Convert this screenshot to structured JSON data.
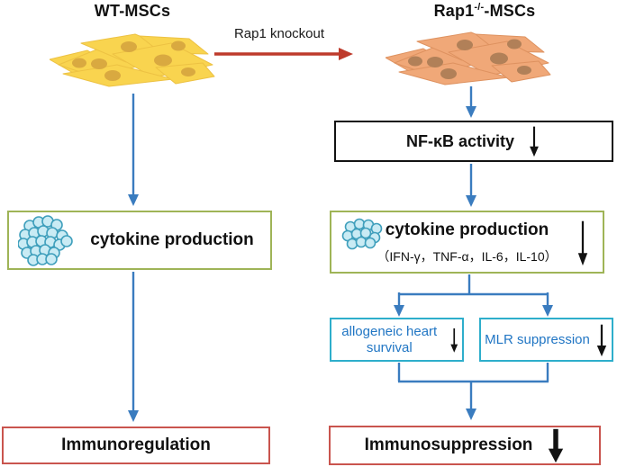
{
  "diagram": {
    "knockout_arrow_label": "Rap1 knockout",
    "left_column": {
      "title": "WT-MSCs",
      "cytokine_box": {
        "label": "cytokine production"
      },
      "outcome_box": {
        "label": "Immunoregulation"
      }
    },
    "right_column": {
      "title_base": "Rap1",
      "title_sup": "-/-",
      "title_suffix": "-MSCs",
      "nfkb_box": {
        "label": "NF-κB activity"
      },
      "cytokine_box": {
        "label": "cytokine production",
        "sublabel": "（IFN-γ，TNF-α，IL-6，IL-10）"
      },
      "branch_left_box": {
        "label": "allogeneic heart survival"
      },
      "branch_right_box": {
        "label": "MLR suppression"
      },
      "outcome_box": {
        "label": "Immunosuppression"
      }
    },
    "icons": {
      "down-arrow-icon": "↓",
      "yellow-msc-cluster-icon": "wild-type MSC cell cluster",
      "orange-msc-cluster-icon": "Rap1-knockout MSC cell cluster",
      "cytokine-cluster-icon": "cytokine granule cluster"
    }
  },
  "colors": {
    "arrow_blue": "#3A7CBF",
    "arrow_red": "#BE3A2B",
    "green_border": "#9FB457",
    "cyan_border": "#2EAECB",
    "blue_text": "#2176C4",
    "red_border": "#C9544E",
    "msc_yellow": "#F9D44F",
    "msc_yellow_edge": "#EDC243",
    "msc_yellow_nucleus": "#D9A940",
    "msc_orange": "#F0A878",
    "msc_orange_edge": "#DE9260",
    "msc_orange_nucleus": "#B18058",
    "cytokine_fill": "#C9EBF4",
    "cytokine_stroke": "#3F9FBC"
  }
}
